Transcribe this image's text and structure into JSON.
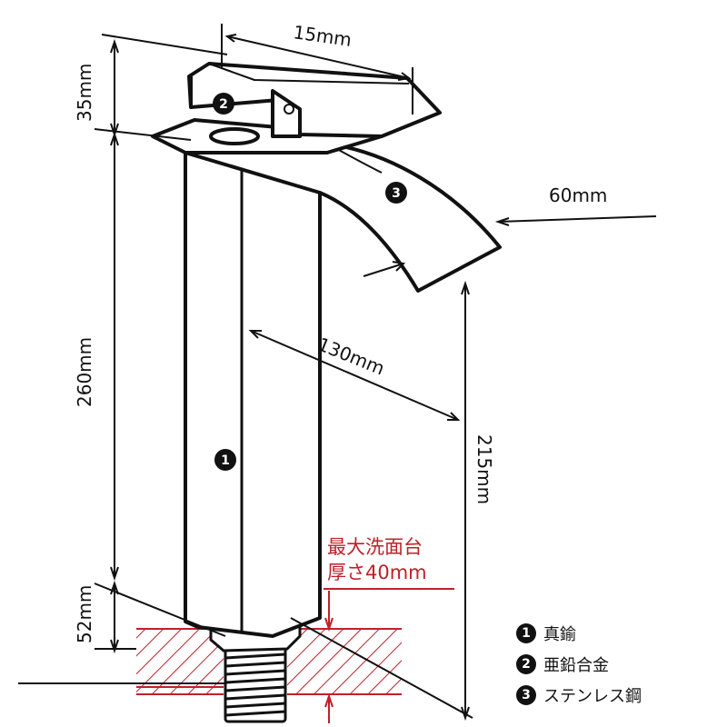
{
  "dimensions": {
    "handle_height": "35mm",
    "handle_width": "15mm",
    "spout_thickness": "60mm",
    "spout_reach": "130mm",
    "total_height": "260mm",
    "spout_height": "215mm",
    "thread_length": "52mm"
  },
  "basin_note": {
    "line1": "最大洗面台",
    "line2": "厚さ40mm"
  },
  "callouts": [
    "1",
    "2",
    "3"
  ],
  "legend": [
    {
      "num": "1",
      "label": "真鍮"
    },
    {
      "num": "2",
      "label": "亜鉛合金"
    },
    {
      "num": "3",
      "label": "ステンレス鋼"
    }
  ],
  "colors": {
    "line": "#111111",
    "note": "#c0202a"
  }
}
